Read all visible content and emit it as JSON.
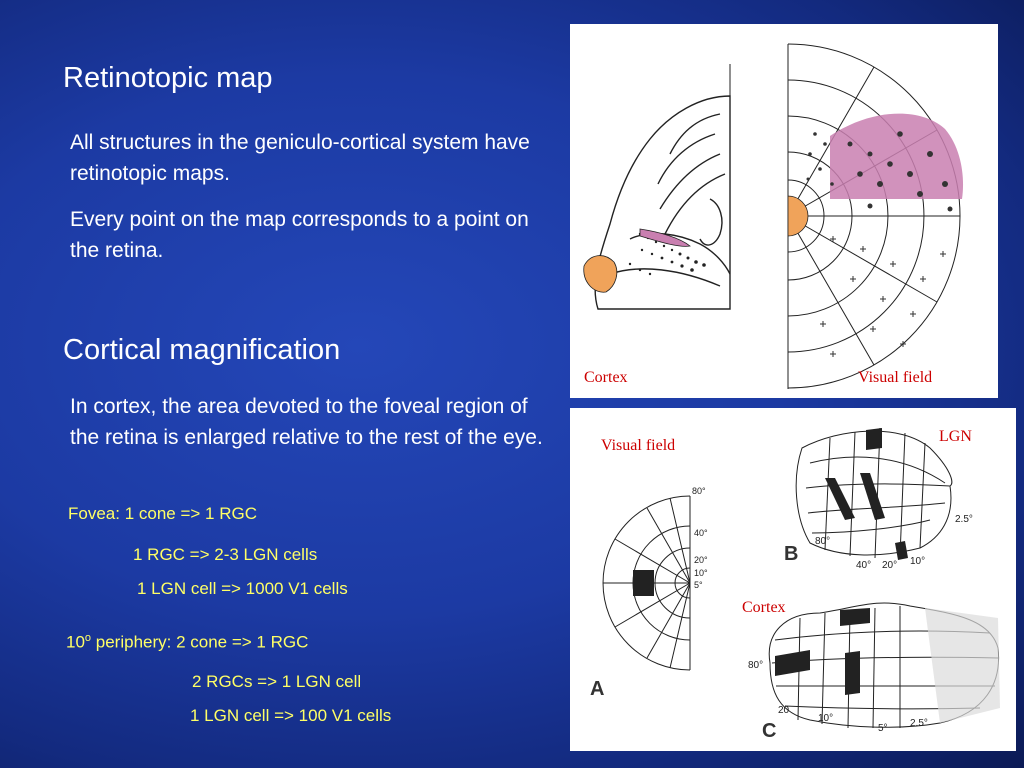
{
  "slide": {
    "title1": "Retinotopic map",
    "para1": "All structures in the geniculo-cortical system have retinotopic maps.",
    "para2": "Every point on the map corresponds to a point on the retina.",
    "title2": "Cortical magnification",
    "para3": "In cortex, the area devoted to the foveal region of the retina is enlarged relative to the rest of  the eye.",
    "fovea": {
      "line1": "Fovea: 1 cone => 1 RGC",
      "line2": "1 RGC => 2-3 LGN cells",
      "line3": "1 LGN cell => 1000 V1 cells"
    },
    "periphery": {
      "prefix": "10",
      "superscript": "o",
      "suffix": " periphery: 2 cone => 1 RGC",
      "line2": "2 RGCs => 1 LGN cell",
      "line3": "1 LGN cell => 100 V1 cells"
    }
  },
  "figure_top": {
    "label_cortex": "Cortex",
    "label_visual_field": "Visual field"
  },
  "figure_bottom": {
    "label_visual_field": "Visual field",
    "label_lgn": "LGN",
    "label_cortex": "Cortex",
    "letter_a": "A",
    "letter_b": "B",
    "letter_c": "C",
    "ticks_a": [
      "80°",
      "40°",
      "20°",
      "10°",
      "5°"
    ],
    "ticks_b": [
      "80°",
      "40°",
      "20°",
      "10°",
      "2.5°"
    ],
    "ticks_c": [
      "80°",
      "20",
      "10°",
      "5°",
      "2.5°"
    ]
  },
  "colors": {
    "magenta_region": "#c97fb0",
    "orange_region": "#f0a35a",
    "label_red": "#cc0000",
    "text_yellow": "#ffff66"
  }
}
